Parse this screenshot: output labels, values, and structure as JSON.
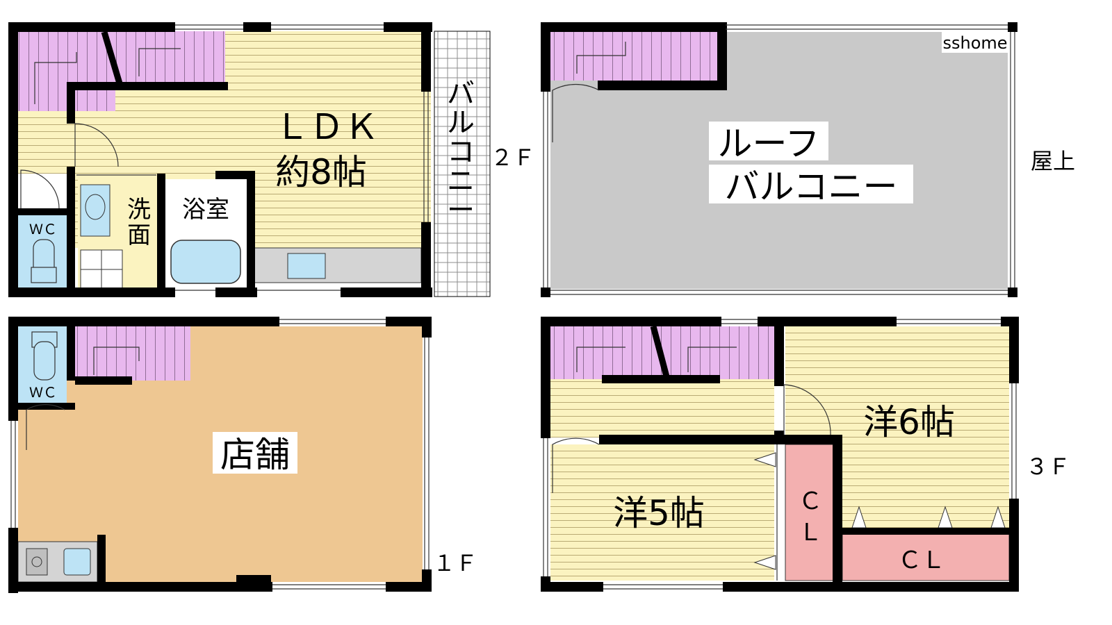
{
  "watermark": "sshome",
  "floors": {
    "f1": {
      "label": "１Ｆ",
      "rooms": {
        "shop": "店舗",
        "wc": "ＷＣ"
      }
    },
    "f2": {
      "label": "２Ｆ",
      "rooms": {
        "ldk": "ＬＤＫ",
        "ldk_size": "約8帖",
        "balcony": [
          "バ",
          "ル",
          "コ",
          "ニ",
          "ー"
        ],
        "wash1": "洗",
        "wash2": "面",
        "bath": "浴室",
        "wc": "ＷＣ"
      }
    },
    "f3": {
      "label": "３Ｆ",
      "rooms": {
        "west6": "洋6帖",
        "west5": "洋5帖",
        "cl_v1": "Ｃ",
        "cl_v2": "Ｌ",
        "cl_h": "ＣＬ"
      }
    },
    "roof": {
      "label": "屋上",
      "rooms": {
        "roof1": "ルーフ",
        "roof2": "バルコニー"
      }
    }
  },
  "colors": {
    "wall": "#000000",
    "stairs": "#e8b8ee",
    "room_floor": "#fbf3c0",
    "shop_floor": "#eec792",
    "wet_area": "#bde3f5",
    "roof_floor": "#c9c9c9",
    "closet": "#f3b0b0",
    "kitchen": "#d4d4d4"
  }
}
